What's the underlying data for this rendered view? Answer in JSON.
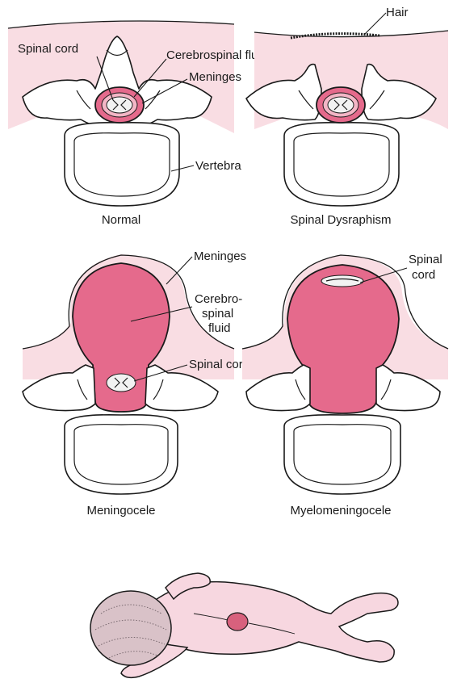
{
  "colors": {
    "skin": "#f9dde3",
    "meninges_sac": "#e56a8c",
    "baby": "#f7d7e0",
    "line": "#1a1a1a"
  },
  "panels": {
    "normal": {
      "caption": "Normal",
      "labels": {
        "spinal_cord": "Spinal cord",
        "csf": "Cerebrospinal fluid",
        "meninges": "Meninges",
        "vertebra": "Vertebra"
      }
    },
    "dysraphism": {
      "caption": "Spinal Dysraphism",
      "labels": {
        "hair": "Hair"
      }
    },
    "meningocele": {
      "caption": "Meningocele",
      "labels": {
        "meninges": "Meninges",
        "csf_line1": "Cerebro-",
        "csf_line2": "spinal",
        "csf_line3": "fluid",
        "spinal_cord": "Spinal cord"
      }
    },
    "myelomeningocele": {
      "caption": "Myelomeningocele",
      "labels": {
        "cord_line1": "Spinal",
        "cord_line2": "cord"
      }
    }
  }
}
